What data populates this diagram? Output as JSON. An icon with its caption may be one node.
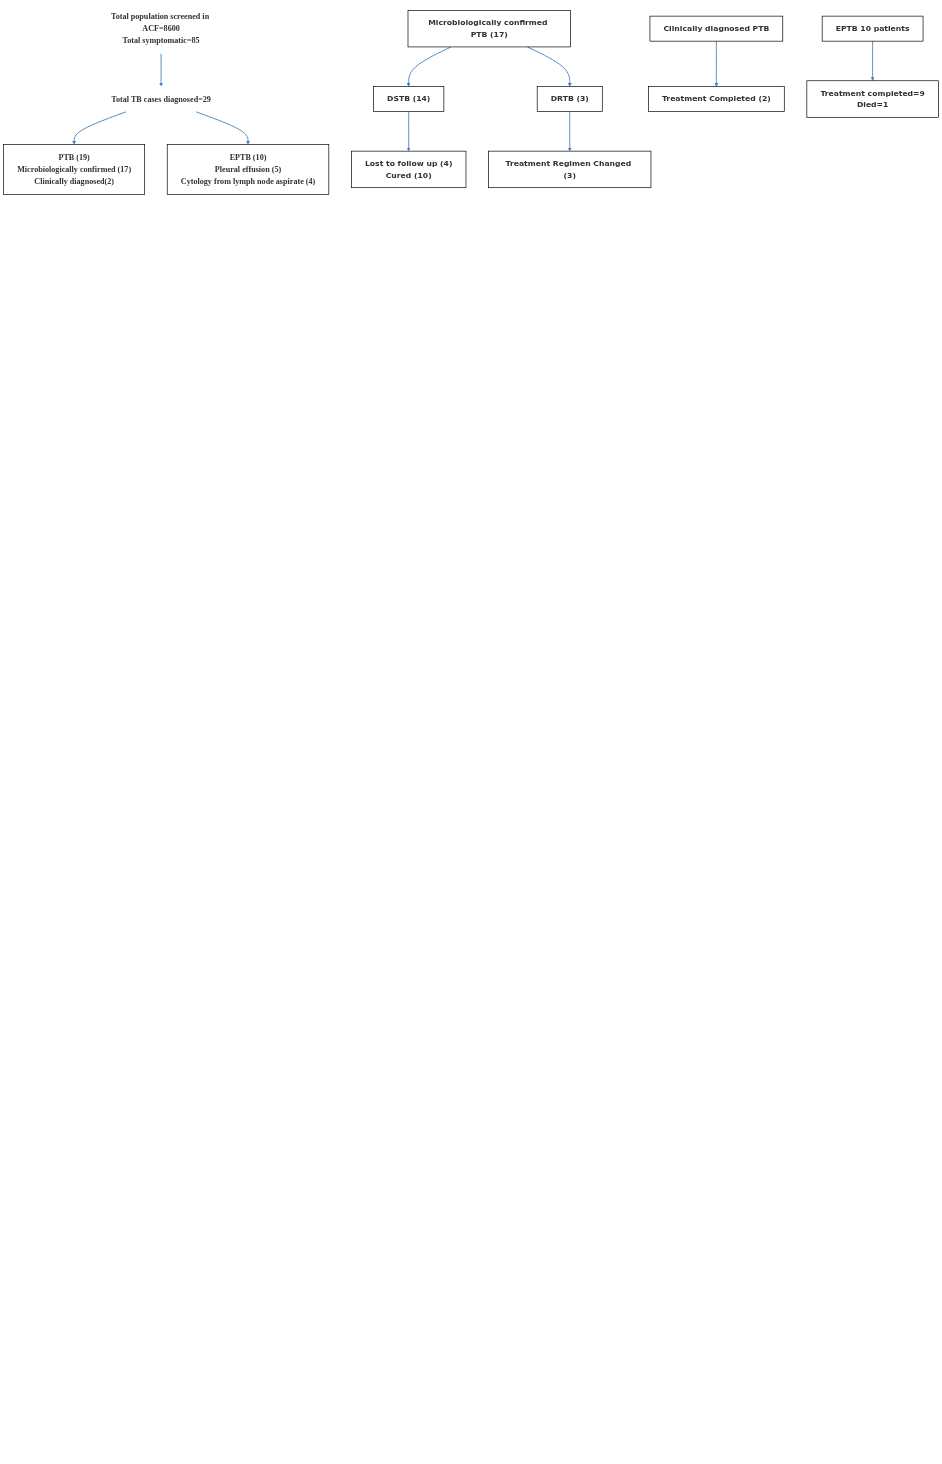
{
  "diagram": {
    "nodes": [
      {
        "text": [
          "Total population screened in ACF=8600",
          "Total symptomatic=85"
        ]
      },
      {
        "text": [
          "Total TB cases diagnosed=29"
        ]
      },
      {
        "text": [
          "PTB (19)",
          "Microbiologically confirmed (17)",
          "Clinically diagnosed(2)"
        ]
      },
      {
        "text": [
          "EPTB (10)",
          "Pleural effusion (5)",
          "Cytology from lymph node aspirate (4)"
        ]
      },
      {
        "text": [
          "Microbiologically confirmed PTB (17)"
        ]
      },
      {
        "text": [
          "Clinically diagnosed PTB"
        ]
      },
      {
        "text": [
          "DSTB (14)"
        ]
      },
      {
        "text": [
          "DRTB (3)"
        ]
      },
      {
        "text": [
          "Treatment Completed (2)"
        ]
      },
      {
        "text": [
          "Lost to follow up (4)",
          "Cured (10)"
        ]
      },
      {
        "text": [
          "Treatment Regimen Changed (3)"
        ]
      },
      {
        "text": [
          "EPTB 10 patients"
        ]
      },
      {
        "text": [
          "Treatment completed=9",
          "Died=1"
        ]
      }
    ],
    "edges": [
      {
        "from": 0,
        "to": 1,
        "arrow": "to"
      },
      {
        "from": 1,
        "to": 2,
        "arrow": "to"
      },
      {
        "from": 1,
        "to": 3,
        "arrow": "to"
      },
      {
        "from": 4,
        "to": 6,
        "arrow": "to"
      },
      {
        "from": 4,
        "to": 7,
        "arrow": "to"
      },
      {
        "from": 5,
        "to": 8,
        "arrow": "to"
      },
      {
        "from": 6,
        "to": 9,
        "arrow": "to"
      },
      {
        "from": 7,
        "to": 10,
        "arrow": "to"
      },
      {
        "from": 11,
        "to": 12,
        "arrow": "to"
      }
    ]
  }
}
